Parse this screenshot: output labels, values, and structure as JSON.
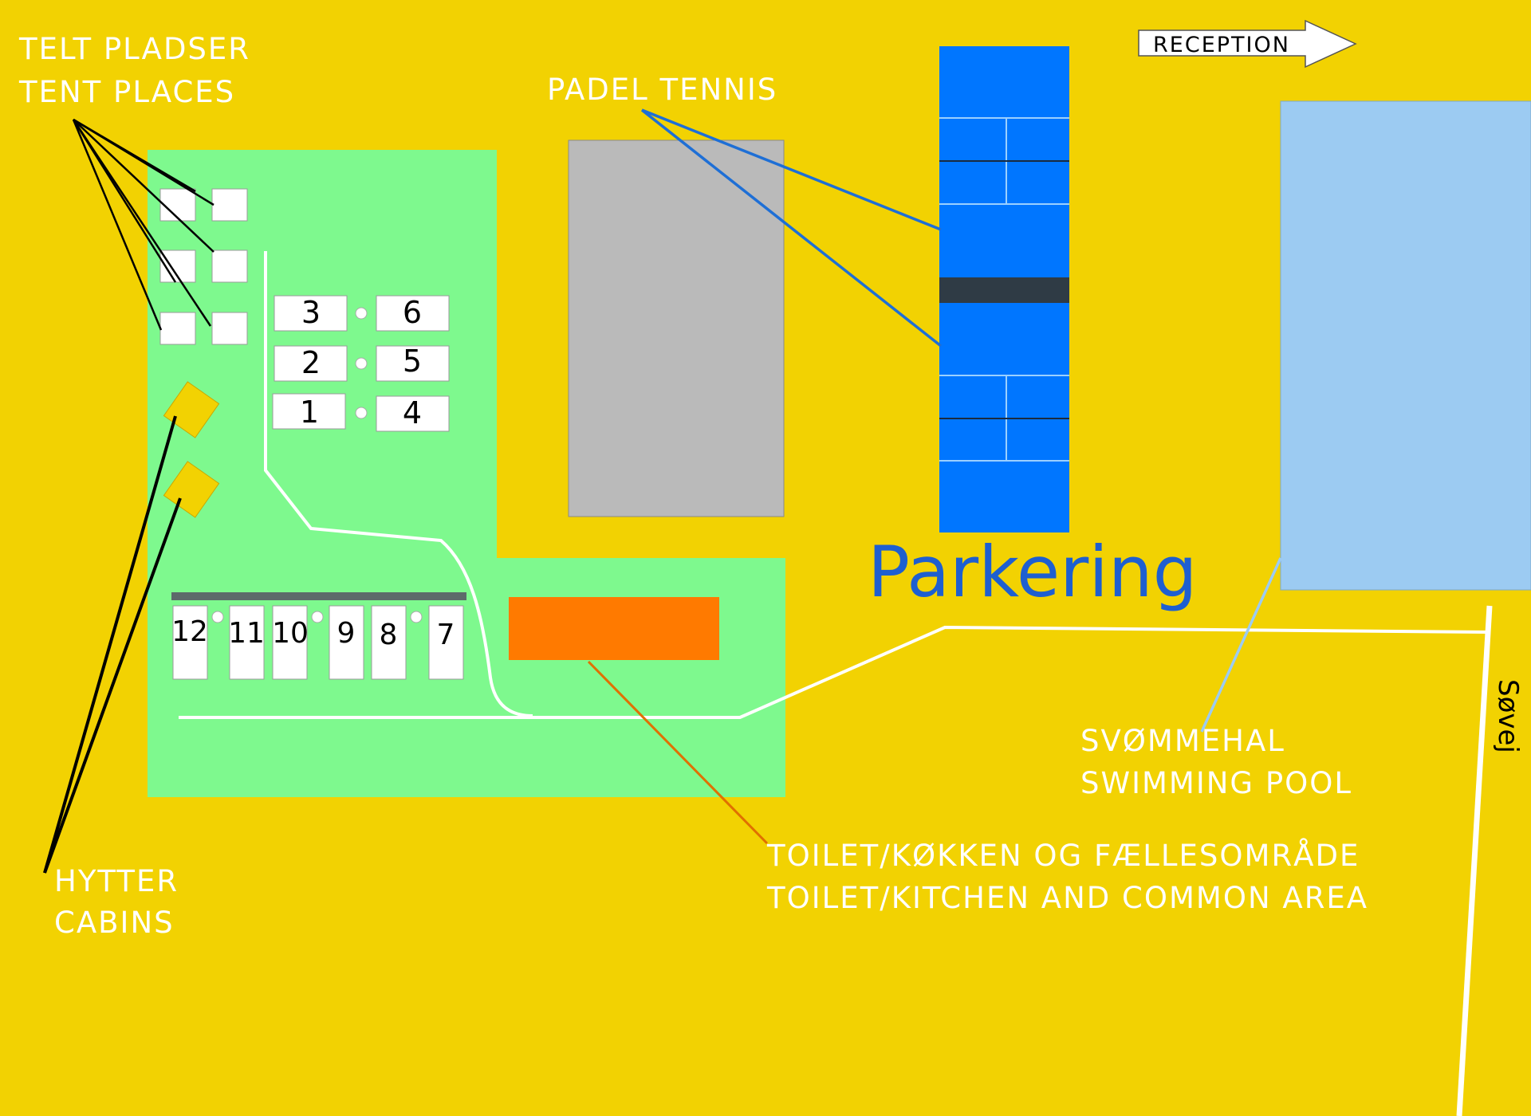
{
  "title": "",
  "labels": {
    "tent_da": "TELT PLADSER",
    "tent_en": "TENT PLACES",
    "padel": "PADEL TENNIS",
    "reception": "RECEPTION",
    "parkering": "Parkering",
    "pool_da": "SVØMMEHAL",
    "pool_en": "SWIMMING POOL",
    "toilet_da": "TOILET/KØKKEN OG FÆLLESOMRÅDE",
    "toilet_en": "TOILET/KITCHEN AND COMMON AREA",
    "cabins_da": "HYTTER",
    "cabins_en": "CABINS",
    "road": "Søvej"
  },
  "pitches": {
    "p1": "1",
    "p2": "2",
    "p3": "3",
    "p4": "4",
    "p5": "5",
    "p6": "6",
    "p7": "7",
    "p8": "8",
    "p9": "9",
    "p10": "10",
    "p11": "11",
    "p12": "12"
  },
  "colors": {
    "ground": "#f2d202",
    "grass": "#7ef98e",
    "padel_court": "#0076ff",
    "court_gray": "#bababa",
    "pool": "#9ccbf2",
    "facility": "#ff7a00",
    "parkering_text": "#1e5fd0",
    "cabin": "#f2d202",
    "label": "#ffffff"
  }
}
